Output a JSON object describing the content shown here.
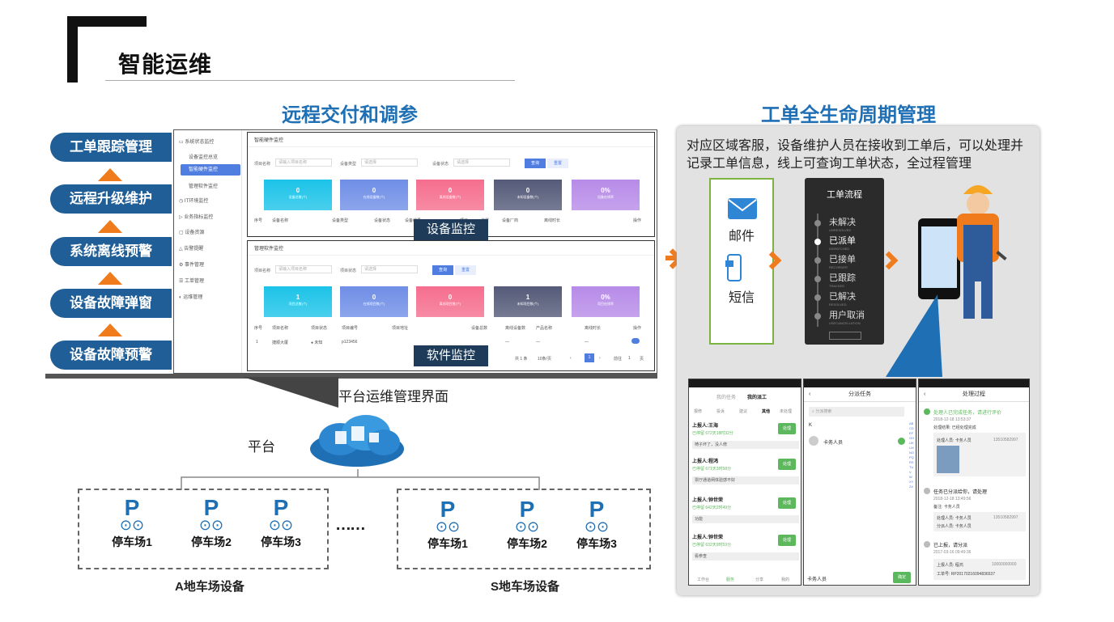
{
  "header": {
    "brand": "智能运维"
  },
  "left": {
    "title": "远程交付和调参",
    "tags": [
      "工单跟踪管理",
      "远程升级维护",
      "系统离线预警",
      "设备故障弹窗",
      "设备故障预警"
    ],
    "caption": "平台运维管理界面",
    "screenshot": {
      "sidebar": {
        "groups": [
          "系统状态监控",
          "IT环境监控",
          "业务指标监控",
          "设备资源",
          "告警提醒",
          "事件管理",
          "工单管理",
          "运维管理"
        ],
        "sub_items": [
          "设备监控总览",
          "智能硬件监控",
          "管理软件监控"
        ],
        "active": "智能硬件监控"
      },
      "panel1": {
        "title": "智能硬件监控",
        "filters": [
          {
            "label": "项目名称",
            "placeholder": "请输入项目名称"
          },
          {
            "label": "设备类型",
            "placeholder": "请选择"
          },
          {
            "label": "设备状态",
            "placeholder": "请选择"
          }
        ],
        "query": "查询",
        "reset": "重置",
        "cards": [
          {
            "value": "0",
            "label": "设备总数(个)",
            "color": "#1cc3e8"
          },
          {
            "value": "0",
            "label": "在线设备数(个)",
            "color": "#6f8ee6"
          },
          {
            "value": "0",
            "label": "离线设备数(个)",
            "color": "#f56e8e"
          },
          {
            "value": "0",
            "label": "未知设备数(个)",
            "color": "#545a78"
          },
          {
            "value": "0%",
            "label": "设备在线率",
            "color": "#b78be8"
          }
        ],
        "columns": [
          "序号",
          "设备名称",
          "设备类型",
          "设备状态",
          "设备编号",
          "项目",
          "位置",
          "设备位置",
          "设备厂商",
          "离线时长",
          "操作"
        ],
        "label": "设备监控"
      },
      "panel2": {
        "title": "管理软件监控",
        "filters": [
          {
            "label": "项目名称",
            "placeholder": "请输入项目名称"
          },
          {
            "label": "项目状态",
            "placeholder": "请选择"
          }
        ],
        "query": "查询",
        "reset": "重置",
        "cards": [
          {
            "value": "1",
            "label": "项目总数(个)",
            "color": "#1cc3e8"
          },
          {
            "value": "0",
            "label": "在线项目数(个)",
            "color": "#6f8ee6"
          },
          {
            "value": "0",
            "label": "离线项目数(个)",
            "color": "#f56e8e"
          },
          {
            "value": "1",
            "label": "未知项目数(个)",
            "color": "#545a78"
          },
          {
            "value": "0%",
            "label": "项目在线率",
            "color": "#b78be8"
          }
        ],
        "columns": [
          "序号",
          "项目名称",
          "项目状态",
          "项目编号",
          "项目地址",
          "设备总数",
          "离线设备数",
          "产品名称",
          "离线时长",
          "操作"
        ],
        "row": [
          "1",
          "捷顺大厦",
          "● 未知",
          "p123456",
          "",
          "",
          "—",
          "—",
          "—"
        ],
        "pagination": {
          "total": "共 1 条",
          "per_page": "10条/页",
          "page": "1",
          "goto": "前往",
          "goto_page": "1",
          "unit": "页"
        },
        "label": "软件监控"
      }
    },
    "platform": "平台",
    "ellipsis": "……",
    "group_a": {
      "label": "A地车场设备",
      "lots": [
        "停车场1",
        "停车场2",
        "停车场3"
      ]
    },
    "group_s": {
      "label": "S地车场设备",
      "lots": [
        "停车场1",
        "停车场2",
        "停车场3"
      ]
    },
    "park_glyph": "P"
  },
  "right": {
    "title": "工单全生命周期管理",
    "description": "对应区域客服，设备维护人员在接收到工单后，可以处理并记录工单信息，线上可查询工单状态，全过程管理",
    "channels": [
      "邮件",
      "短信"
    ],
    "flow": {
      "title": "工单流程",
      "steps": [
        {
          "cn": "未解决",
          "en": "UNRESOLVED"
        },
        {
          "cn": "已派单",
          "en": "DISPATCHED"
        },
        {
          "cn": "已接单",
          "en": "RECORDER"
        },
        {
          "cn": "已跟踪",
          "en": "TRACKED"
        },
        {
          "cn": "已解决",
          "en": "RESOLVED"
        },
        {
          "cn": "用户取消",
          "en": "USECANCELLATION"
        }
      ]
    },
    "phone1": {
      "tabs": [
        "我的任务",
        "我的派工"
      ],
      "subtabs": [
        "报修",
        "投诉",
        "建议",
        "其他",
        "未处理"
      ],
      "items": [
        {
          "who": "上报人:王海",
          "meta": "已停留 672天18时32分",
          "note": "椅子坏了，没人修",
          "btn": "处理"
        },
        {
          "who": "上报人:程鸿",
          "meta": "已停留 671天3时58分",
          "note": "票厅通道闸体验感不好",
          "btn": "处理"
        },
        {
          "who": "上报人:钟世荣",
          "meta": "已停留 642天2时49分",
          "note": "功能",
          "btn": "处理"
        },
        {
          "who": "上报人:钟世荣",
          "meta": "已停留 632天9时53分",
          "note": "看参查",
          "btn": "处理"
        }
      ],
      "nav": [
        "工作台",
        "服务",
        "分享",
        "我的"
      ]
    },
    "phone2": {
      "title": "分派任务",
      "search": "分派搜索",
      "letter": "K",
      "person": "卡务人员",
      "footer": "卡务人员",
      "confirm": "确定",
      "index": "ABCDEFGHIJKLMNOPQRSTUVWXYZ#"
    },
    "phone3": {
      "title": "处理过程",
      "entries": [
        {
          "head": "处理人已完成任务，请进行评价",
          "date": "2018-12-18 13:53:37",
          "line1": "处理结果: 已经处理完成",
          "line2": "处理人员: 卡务人员",
          "line3": "13510582997"
        },
        {
          "head": "任务已分派给你，请处理",
          "date": "2018-12-18 13:49:56",
          "line1": "备注: 卡务人员",
          "line2": "处理人员: 卡务人员",
          "line3": "13510582997",
          "line4": "分派人员: 卡务人员"
        },
        {
          "head": "已上报，请分派",
          "date": "2017-03-16 09:49:36",
          "line1": "上报人员: 程鸿",
          "line2": "10000000000",
          "line3": "工单号: RP20170216094836537"
        }
      ]
    }
  }
}
